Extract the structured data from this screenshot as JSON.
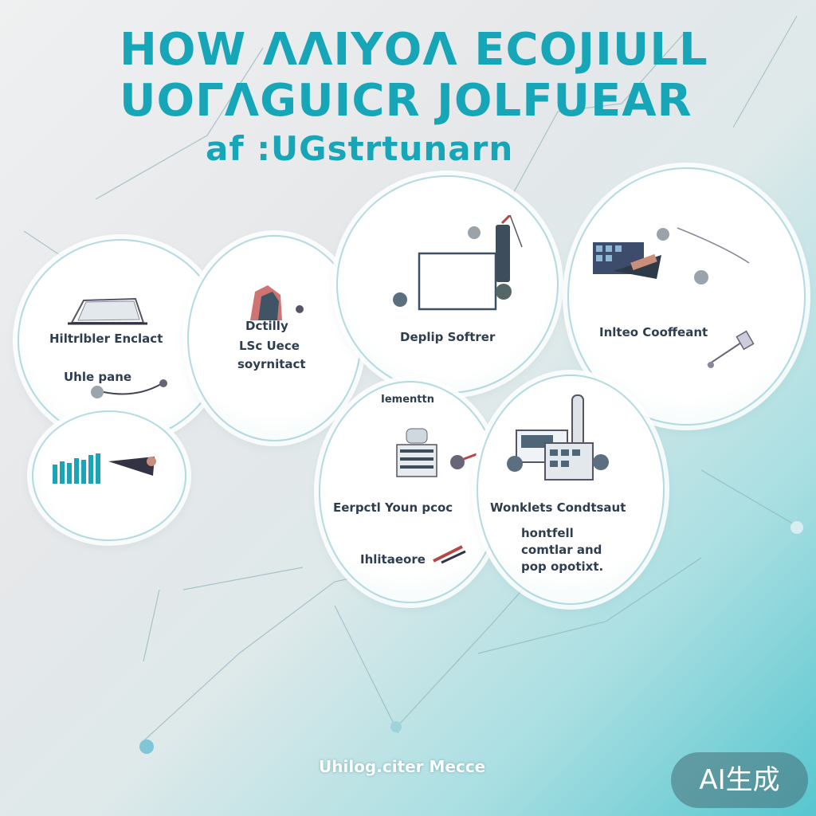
{
  "title": {
    "line1": "HOW ΛΛΙΥΟΛ ECOJIULL",
    "line2": "UOΓΛGUICR JOLFUEAR",
    "line3": "af :UGstrtunarn"
  },
  "bubbles": {
    "b1": {
      "label1": "Hiltrlbler Enclact",
      "label2": "Uhle pane"
    },
    "b2": {
      "label1": "Dctilly",
      "label2": "LSc Uece",
      "label3": "soyrnitact"
    },
    "b3": {
      "label1": "Deplip Softrer"
    },
    "b4": {
      "label1": "Inlteo Cooffeant"
    },
    "b5": {
      "label1": "Iementtn",
      "label2": "Eerpctl Youn pcoc",
      "label3": "Ihlitaeore"
    },
    "b6": {
      "label1": "Wonklets Condtsaut",
      "label2": "hontfell",
      "label3": "comtlar and",
      "label4": "pop opotixt."
    }
  },
  "footer": {
    "text": "Uhilog.citer Mecce"
  },
  "badge": {
    "text": "AI生成"
  },
  "colors": {
    "title": "#17a6b7",
    "label": "#2e3d4f",
    "accent": "#5ec7cf",
    "badge": "#466e76"
  }
}
